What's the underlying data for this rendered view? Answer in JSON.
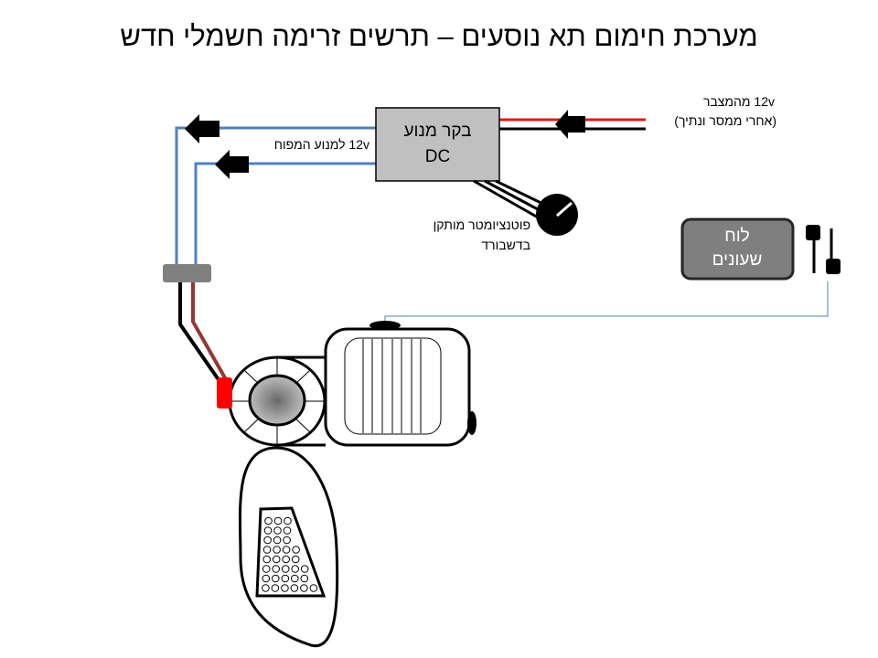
{
  "title": "מערכת חימום תא נוסעים – תרשים זרימה חשמלי חדש",
  "controller": {
    "line1": "בקר מנוע",
    "line2": "DC"
  },
  "battery_label": {
    "line1": "12v מהמצבר",
    "line2": "(אחרי ממסר ונתיך)"
  },
  "blower_label": "12v למנוע המפוח",
  "potentiometer_label": {
    "line1": "פוטנציומטר מותקן",
    "line2": "בדשבורד"
  },
  "dashboard": {
    "line1": "לוח",
    "line2": "שעונים"
  },
  "colors": {
    "positive_wire": "#e01b1b",
    "ground_wire": "#000000",
    "blower_wire": "#4f81bd",
    "controller_fill": "#c0c0c0",
    "dashboard_fill": "#7f7f7f",
    "connector": "#808080",
    "red_connector": "#ff0000",
    "brown_wire": "#963634"
  }
}
